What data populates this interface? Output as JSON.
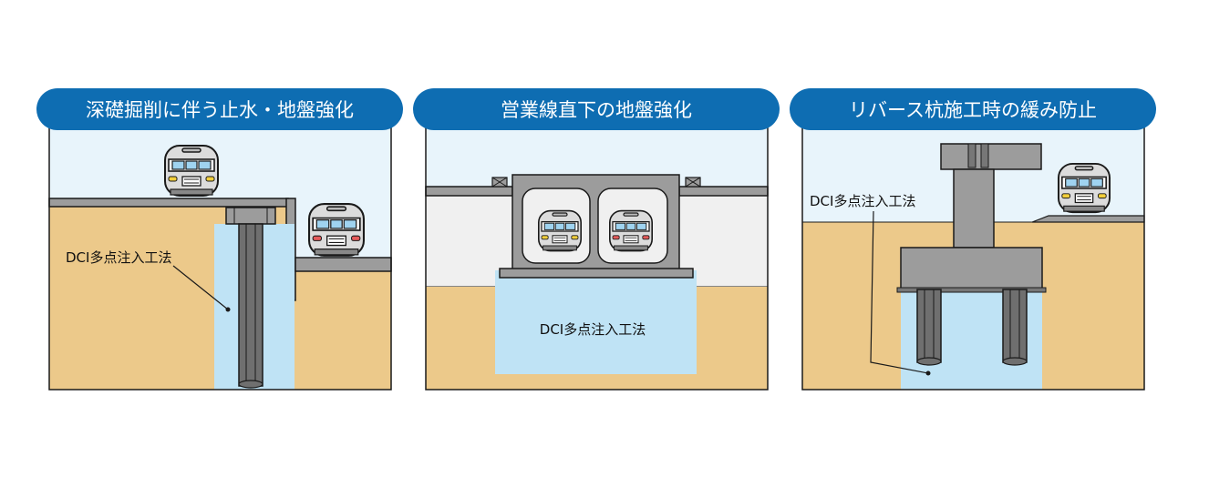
{
  "panels": [
    {
      "title": "深礎掘削に伴う止水・地盤強化",
      "label": "DCI多点注入工法"
    },
    {
      "title": "営業線直下の地盤強化",
      "label": "DCI多点注入工法"
    },
    {
      "title": "リバース杭施工時の緩み防止",
      "label": "DCI多点注入工法"
    }
  ],
  "colors": {
    "title_bg": "#0e6db2",
    "sky": "#e8f4fb",
    "soil": "#ecc98a",
    "ground_white": "#f0f0f0",
    "grout": "#bfe3f5",
    "concrete": "#9c9c9c",
    "outline": "#1a1a1a"
  }
}
